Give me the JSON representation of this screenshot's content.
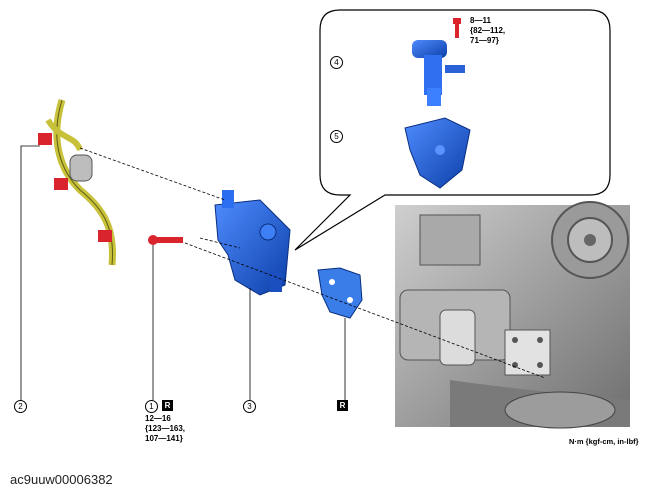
{
  "callouts": {
    "c1": "1",
    "c2": "2",
    "c3": "3",
    "c4": "4",
    "c5": "5"
  },
  "badges": {
    "r1": "R",
    "r2": "R"
  },
  "torque": {
    "inset_bolt": "8—11\n{82—112,\n71—97}",
    "bolt_1": "12—16\n{123—163,\n107—141}"
  },
  "units_note": "N·m {kgf-cm, in-lbf}",
  "image_id": "ac9uuw00006382",
  "colors": {
    "part_blue": "#1f5fd6",
    "bolt_red": "#d9232d",
    "pipe_yellow": "#c8c13a",
    "engine_gray": "#8a8a8a"
  }
}
